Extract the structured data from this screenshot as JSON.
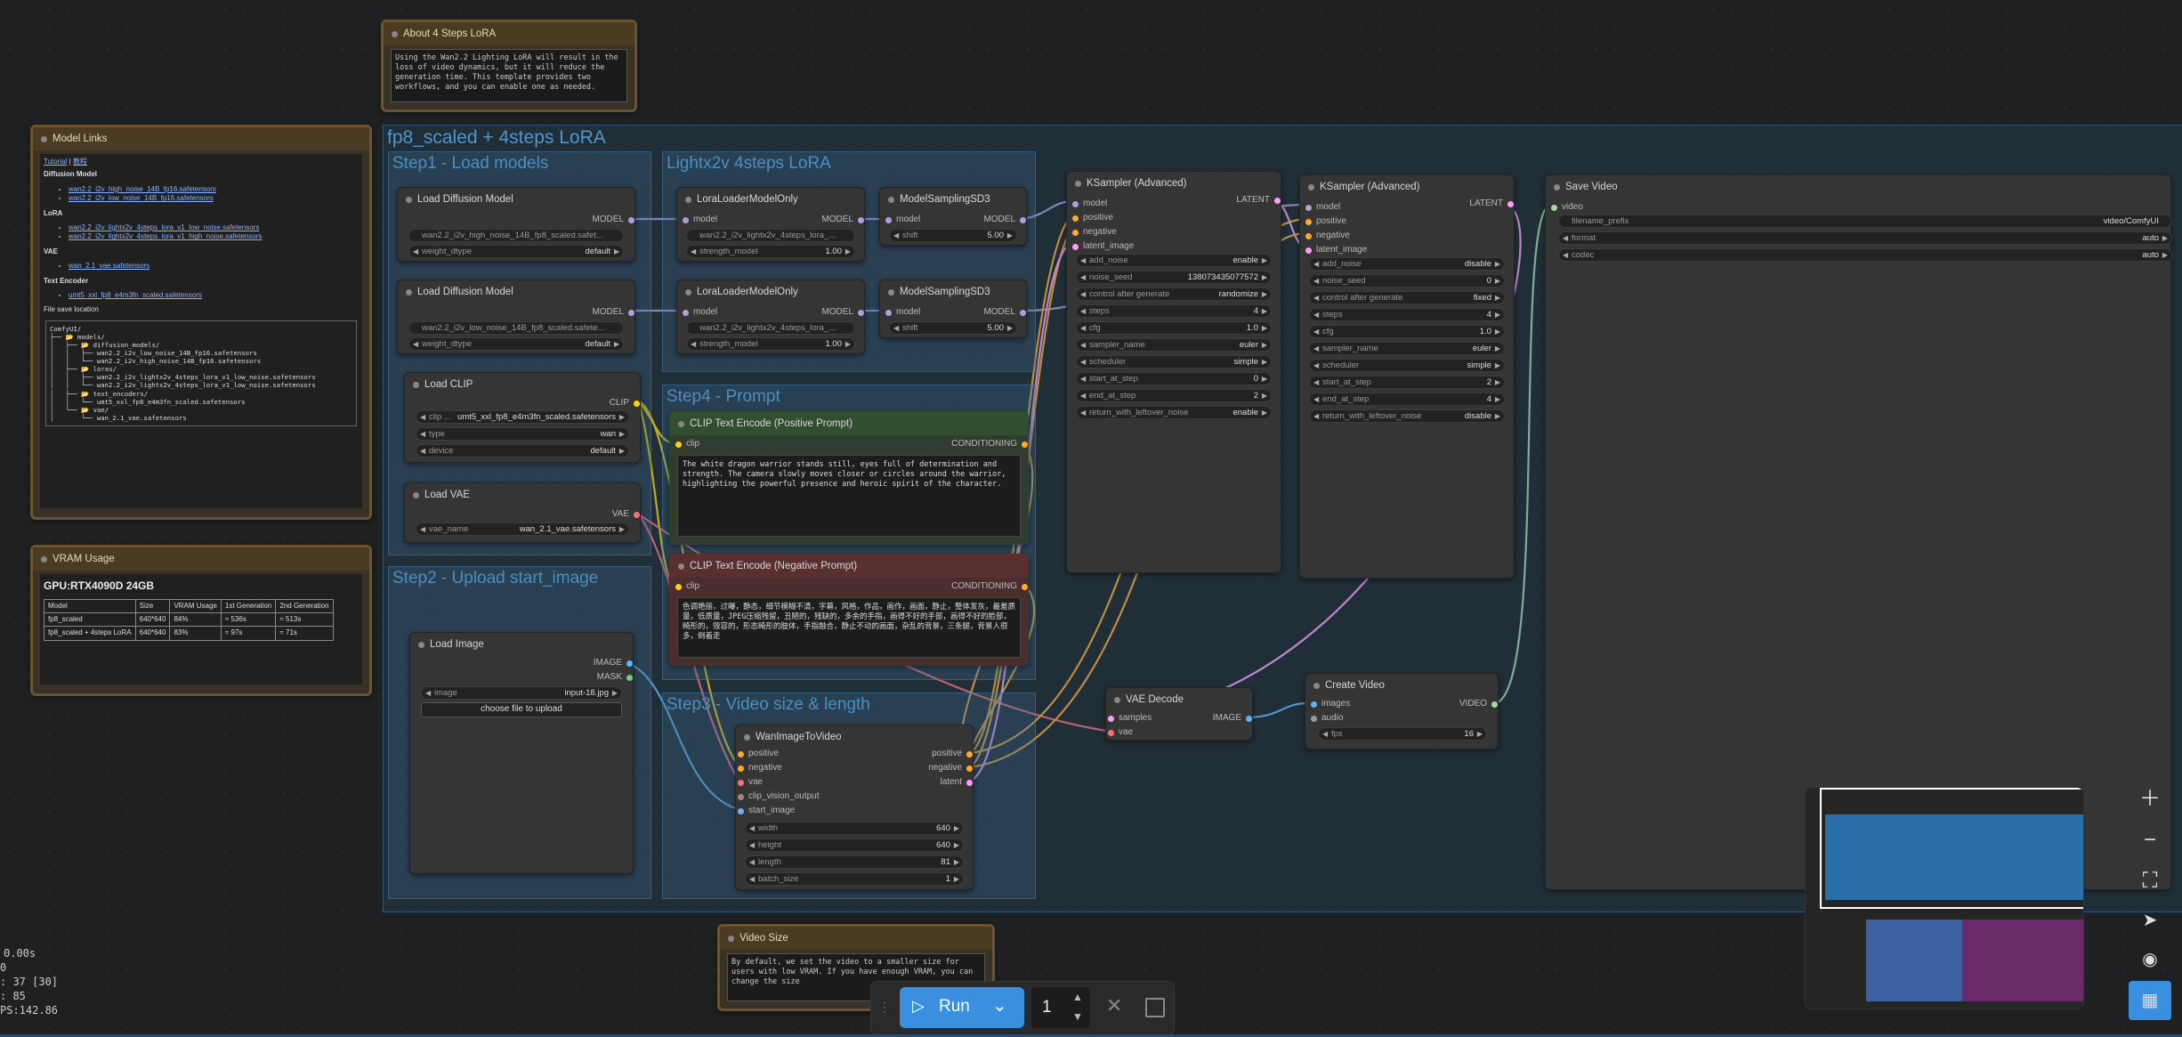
{
  "notes": {
    "about": {
      "title": "About 4 Steps LoRA",
      "body": "Using the Wan2.2 Lighting LoRA will result in the loss of video dynamics, but it will reduce the generation time. This template provides two workflows, and you can enable one as needed."
    },
    "model_links": {
      "title": "Model Links",
      "tutorial": "Tutorial",
      "sep": "|",
      "tutorial_cn": "教程",
      "diffusion_heading": "Diffusion Model",
      "diffusion_links": [
        "wan2.2_i2v_high_noise_14B_fp16.safetensors",
        "wan2.2_i2v_low_noise_14B_fp16.safetensors"
      ],
      "lora_heading": "LoRA",
      "lora_links": [
        "wan2.2_i2v_lightx2v_4steps_lora_v1_low_noise.safetensors",
        "wan2.2_i2v_lightx2v_4steps_lora_v1_high_noise.safetensors"
      ],
      "vae_heading": "VAE",
      "vae_links": [
        "wan_2.1_vae.safetensors"
      ],
      "te_heading": "Text Encoder",
      "te_links": [
        "umt5_xxl_fp8_e4m3fn_scaled.safetensors"
      ],
      "file_save": "File save location",
      "tree": "ComfyUI/\n├── 📂 models/\n│   ├── 📂 diffusion_models/\n│   │   ├── wan2.2_i2v_low_noise_14B_fp16.safetensors\n│   │   └── wan2.2_i2v_high_noise_14B_fp16.safetensors\n│   ├── 📂 loras/\n│   │   ├── wan2.2_i2v_lightx2v_4steps_lora_v1_low_noise.safetensors\n│   │   └── wan2.2_i2v_lightx2v_4steps_lora_v1_low_noise.safetensors\n│   ├── 📂 text_encoders/\n│   │   └── umt5_xxl_fp8_e4m3fn_scaled.safetensors\n│   └── 📂 vae/\n│       └── wan_2.1_vae.safetensors"
    },
    "vram": {
      "title": "VRAM Usage",
      "gpu": "GPU:RTX4090D 24GB",
      "headers": [
        "Model",
        "Size",
        "VRAM Usage",
        "1st Generation",
        "2nd Generation"
      ],
      "rows": [
        [
          "fp8_scaled",
          "640*640",
          "84%",
          "≈ 536s",
          "≈ 513s"
        ],
        [
          "fp8_scaled + 4steps LoRA",
          "640*640",
          "83%",
          "≈ 97s",
          "≈ 71s"
        ]
      ]
    },
    "video_size": {
      "title": "Video Size",
      "body": "By default, we set the video to a smaller size for users with low VRAM. If you have enough VRAM, you can change the size"
    }
  },
  "groups": {
    "outer": "fp8_scaled +  4steps LoRA",
    "step1": "Step1 - Load models",
    "lightx2v": "Lightx2v 4steps LoRA",
    "step2": "Step2 - Upload start_image",
    "step3": "Step3 - Video size & length",
    "step4": "Step4 - Prompt"
  },
  "nodes": {
    "ldm1": {
      "title": "Load Diffusion Model",
      "out": "MODEL",
      "unet": "wan2.2_i2v_high_noise_14B_fp8_scaled.safet...",
      "dtype_l": "weight_dtype",
      "dtype_v": "default"
    },
    "ldm2": {
      "title": "Load Diffusion Model",
      "out": "MODEL",
      "unet": "wan2.2_i2v_low_noise_14B_fp8_scaled.safete...",
      "dtype_l": "weight_dtype",
      "dtype_v": "default"
    },
    "clip": {
      "title": "Load CLIP",
      "out": "CLIP",
      "name_l": "clip ...",
      "name_v": "umt5_xxl_fp8_e4m3fn_scaled.safetensors",
      "type_l": "type",
      "type_v": "wan",
      "dev_l": "device",
      "dev_v": "default"
    },
    "vae": {
      "title": "Load VAE",
      "out": "VAE",
      "name_l": "vae_name",
      "name_v": "wan_2.1_vae.safetensors"
    },
    "lora1": {
      "title": "LoraLoaderModelOnly",
      "in": "model",
      "out": "MODEL",
      "name": "wan2.2_i2v_lightx2v_4steps_lora_...",
      "str_l": "strength_model",
      "str_v": "1.00"
    },
    "lora2": {
      "title": "LoraLoaderModelOnly",
      "in": "model",
      "out": "MODEL",
      "name": "wan2.2_i2v_lightx2v_4steps_lora_...",
      "str_l": "strength_model",
      "str_v": "1.00"
    },
    "ms1": {
      "title": "ModelSamplingSD3",
      "in": "model",
      "out": "MODEL",
      "shift_l": "shift",
      "shift_v": "5.00"
    },
    "ms2": {
      "title": "ModelSamplingSD3",
      "in": "model",
      "out": "MODEL",
      "shift_l": "shift",
      "shift_v": "5.00"
    },
    "pos": {
      "title": "CLIP Text Encode (Positive Prompt)",
      "in": "clip",
      "out": "CONDITIONING",
      "text": "The white dragon warrior stands still, eyes full of determination and strength. The camera slowly moves closer or circles around the warrior, highlighting the powerful presence and heroic spirit of the character."
    },
    "neg": {
      "title": "CLIP Text Encode (Negative Prompt)",
      "in": "clip",
      "out": "CONDITIONING",
      "text": "色调艳丽，过曝，静态，细节模糊不清，字幕，风格，作品，画作，画面，静止，整体发灰，最差质量，低质量，JPEG压缩残留，丑陋的，残缺的，多余的手指，画得不好的手部，画得不好的脸部，畸形的，毁容的，形态畸形的肢体，手指融合，静止不动的画面，杂乱的背景，三条腿，背景人很多，倒着走"
    },
    "loadimg": {
      "title": "Load Image",
      "out1": "IMAGE",
      "out2": "MASK",
      "img_l": "image",
      "img_v": "input-18.jpg",
      "upload": "choose file to upload"
    },
    "wan": {
      "title": "WanImageToVideo",
      "ins": [
        "positive",
        "negative",
        "vae",
        "clip_vision_output",
        "start_image"
      ],
      "outs": [
        "positive",
        "negative",
        "latent"
      ],
      "w": [
        [
          "width",
          "640"
        ],
        [
          "height",
          "640"
        ],
        [
          "length",
          "81"
        ],
        [
          "batch_size",
          "1"
        ]
      ]
    },
    "ks1": {
      "title": "KSampler (Advanced)",
      "ins": [
        "model",
        "positive",
        "negative",
        "latent_image"
      ],
      "out": "LATENT",
      "w": [
        [
          "add_noise",
          "enable"
        ],
        [
          "noise_seed",
          "138073435077572"
        ],
        [
          "control after generate",
          "randomize"
        ],
        [
          "steps",
          "4"
        ],
        [
          "cfg",
          "1.0"
        ],
        [
          "sampler_name",
          "euler"
        ],
        [
          "scheduler",
          "simple"
        ],
        [
          "start_at_step",
          "0"
        ],
        [
          "end_at_step",
          "2"
        ],
        [
          "return_with_leftover_noise",
          "enable"
        ]
      ]
    },
    "ks2": {
      "title": "KSampler (Advanced)",
      "ins": [
        "model",
        "positive",
        "negative",
        "latent_image"
      ],
      "out": "LATENT",
      "w": [
        [
          "add_noise",
          "disable"
        ],
        [
          "noise_seed",
          "0"
        ],
        [
          "control after generate",
          "fixed"
        ],
        [
          "steps",
          "4"
        ],
        [
          "cfg",
          "1.0"
        ],
        [
          "sampler_name",
          "euler"
        ],
        [
          "scheduler",
          "simple"
        ],
        [
          "start_at_step",
          "2"
        ],
        [
          "end_at_step",
          "4"
        ],
        [
          "return_with_leftover_noise",
          "disable"
        ]
      ]
    },
    "vaedec": {
      "title": "VAE Decode",
      "in1": "samples",
      "in2": "vae",
      "out": "IMAGE"
    },
    "create": {
      "title": "Create Video",
      "in1": "images",
      "in2": "audio",
      "out": "VIDEO",
      "fps_l": "fps",
      "fps_v": "16"
    },
    "save": {
      "title": "Save Video",
      "in": "video",
      "w": [
        [
          "filename_prefix",
          "video/ComfyUI"
        ],
        [
          "format",
          "auto"
        ],
        [
          "codec",
          "auto"
        ]
      ]
    }
  },
  "toolbar": {
    "run": "Run",
    "batch": "1"
  },
  "stats": [
    "0.00s",
    "0",
    ": 37 [30]",
    ": 85",
    "PS:142.86"
  ],
  "colors": {
    "model": "#b39ddb",
    "clip": "#ffd500",
    "vae": "#ff6e6e",
    "conditioning": "#ffa931",
    "latent": "#ff9cf9",
    "image": "#64b5f6",
    "video": "#a5d6a7",
    "accent": "#3b8fe0"
  }
}
